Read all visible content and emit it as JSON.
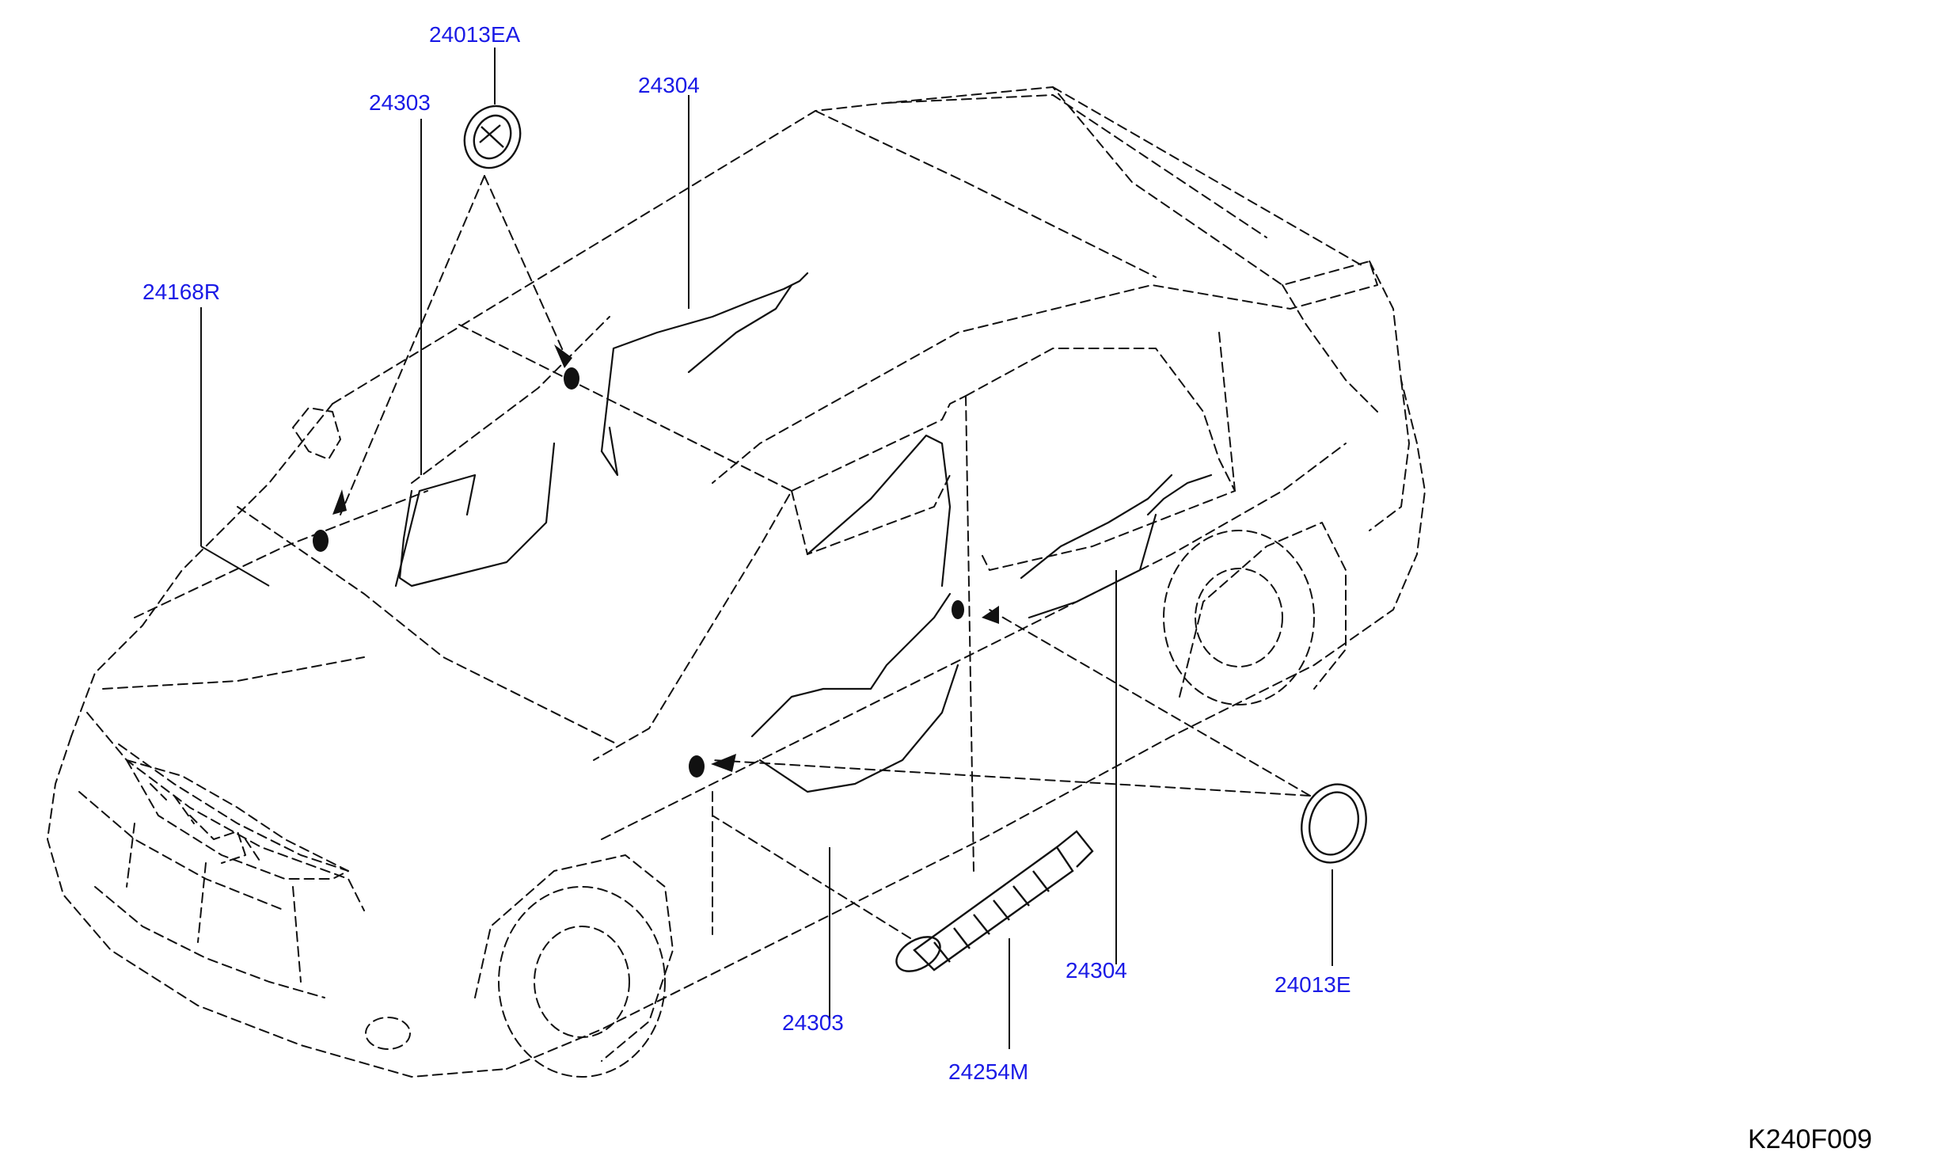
{
  "diagram_title": "",
  "reference_code": "K240F009",
  "callouts": [
    {
      "id": "c1",
      "label": "24013EA"
    },
    {
      "id": "c2",
      "label": "24303"
    },
    {
      "id": "c3",
      "label": "24304"
    },
    {
      "id": "c4",
      "label": "24168R"
    },
    {
      "id": "c5",
      "label": "24303"
    },
    {
      "id": "c6",
      "label": "24304"
    },
    {
      "id": "c7",
      "label": "24013E"
    },
    {
      "id": "c8",
      "label": "24254M"
    }
  ],
  "colors": {
    "callout_text": "#1a1ae6",
    "line": "#111111",
    "background": "#ffffff"
  }
}
